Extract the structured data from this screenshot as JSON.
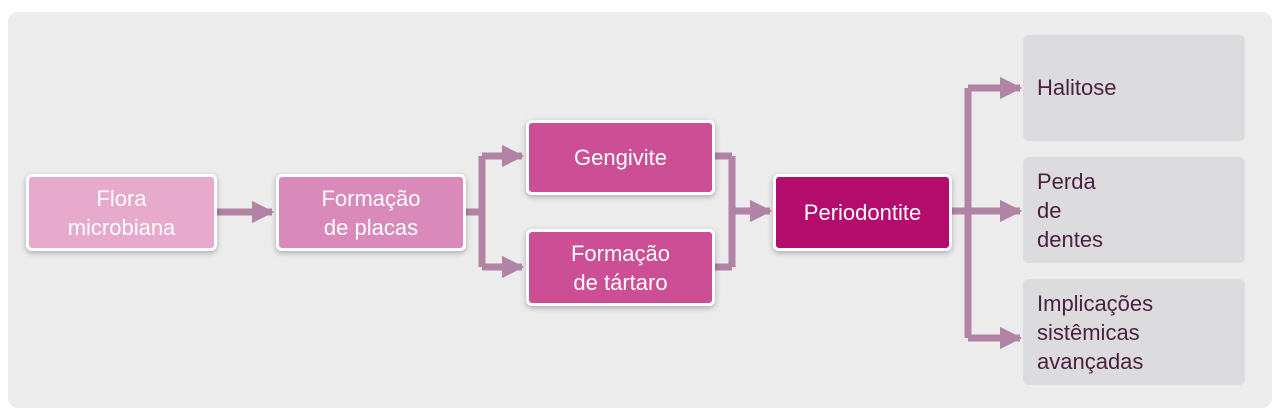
{
  "colors": {
    "flora": "#e7a9cc",
    "placas": "#d98abb",
    "middle": "#cc4f95",
    "periodontite": "#b40c6d",
    "arrow": "#b183a5",
    "outcome_bg": "#dcdcde",
    "outcome_text": "#4b1f3e"
  },
  "nodes": {
    "flora": {
      "label": "Flora\nmicrobiana"
    },
    "placas": {
      "label": "Formação\nde placas"
    },
    "gengivite": {
      "label": "Gengivite"
    },
    "tartaro": {
      "label": "Formação\nde tártaro"
    },
    "periodontite": {
      "label": "Periodontite"
    }
  },
  "outcomes": [
    {
      "label": "Halitose"
    },
    {
      "label": "Perda\nde\ndentes"
    },
    {
      "label": "Implicações\nsistêmicas\navançadas"
    }
  ]
}
